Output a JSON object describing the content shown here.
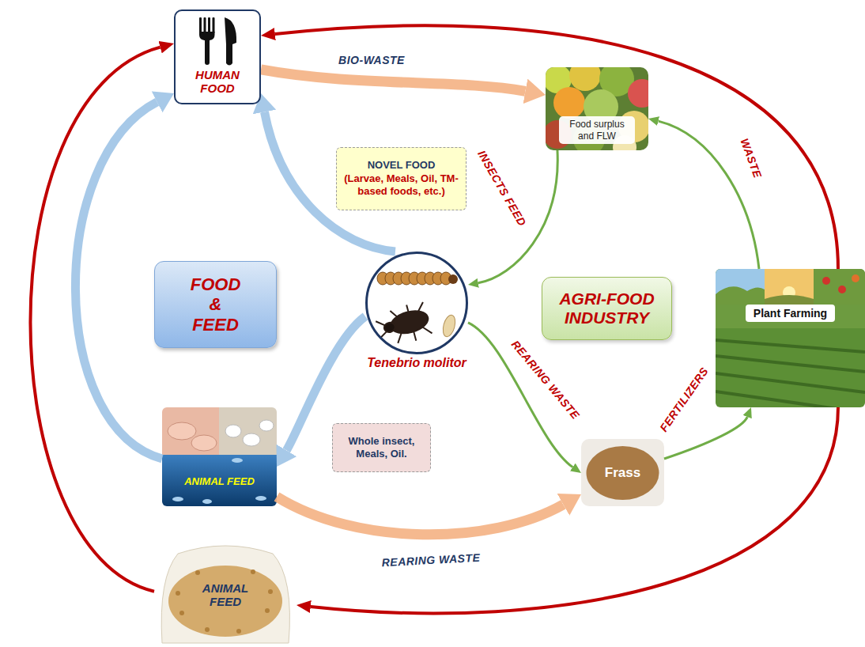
{
  "diagram": {
    "nodes": [
      {
        "text": [
          "HUMAN FOOD"
        ]
      },
      {
        "text": [
          "Food surplus and FLW"
        ]
      },
      {
        "text": [
          "NOVEL FOOD",
          "(Larvae, Meals, Oil, TM-based foods, etc.)"
        ]
      },
      {
        "text": [
          "FOOD & FEED"
        ]
      },
      {
        "text": [
          "Tenebrio molitor"
        ]
      },
      {
        "text": [
          "AGRI-FOOD INDUSTRY"
        ]
      },
      {
        "text": [
          "Plant Farming"
        ]
      },
      {
        "text": [
          "ANIMAL FEED"
        ]
      },
      {
        "text": [
          "Whole insect, Meals, Oil."
        ]
      },
      {
        "text": [
          "Frass"
        ]
      },
      {
        "text": [
          "ANIMAL FEED"
        ]
      }
    ],
    "edges": [
      {
        "from": 0,
        "to": 1,
        "arrow": "to",
        "label": "BIO-WASTE"
      },
      {
        "from": 1,
        "to": 4,
        "arrow": "to",
        "label": "INSECTS FEED"
      },
      {
        "from": 6,
        "to": 1,
        "arrow": "to",
        "label": "WASTE"
      },
      {
        "from": 4,
        "to": 9,
        "arrow": "to",
        "label": "REARING WASTE"
      },
      {
        "from": 9,
        "to": 6,
        "arrow": "to",
        "label": "FERTILIZERS"
      },
      {
        "from": 4,
        "to": 0,
        "arrow": "to"
      },
      {
        "from": 4,
        "to": 7,
        "arrow": "to"
      },
      {
        "from": 7,
        "to": 0,
        "arrow": "to"
      },
      {
        "from": 7,
        "to": 9,
        "arrow": "to",
        "label": "REARING WASTE"
      },
      {
        "from": 6,
        "to": 0,
        "arrow": "to"
      },
      {
        "from": 6,
        "to": 10,
        "arrow": "to"
      },
      {
        "from": 10,
        "to": 0,
        "arrow": "to"
      }
    ]
  }
}
